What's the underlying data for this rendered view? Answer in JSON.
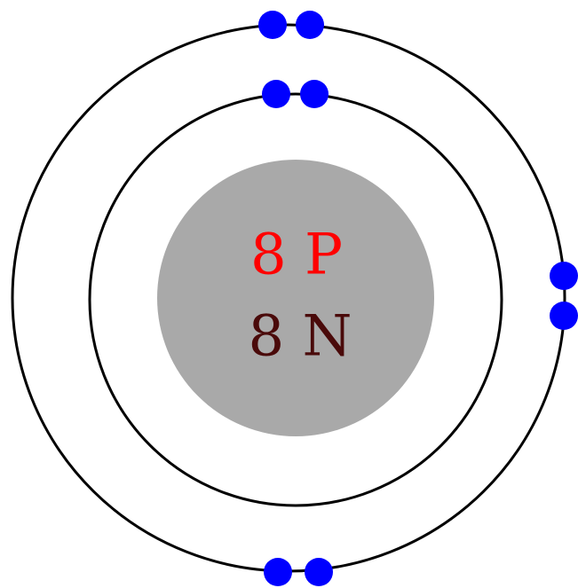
{
  "nucleus": {
    "protons_label": "8 P",
    "neutrons_label": "8 N",
    "protons": 8,
    "neutrons": 8
  },
  "shells": [
    {
      "shell": 1,
      "electrons": 2
    },
    {
      "shell": 2,
      "electrons": 6
    }
  ],
  "colors": {
    "background": "#ffffff",
    "nucleus": "#a9a9a9",
    "proton_text": "#ff0000",
    "neutron_text": "#4a0a0a",
    "orbit": "#000000",
    "electron": "#0000ff"
  }
}
